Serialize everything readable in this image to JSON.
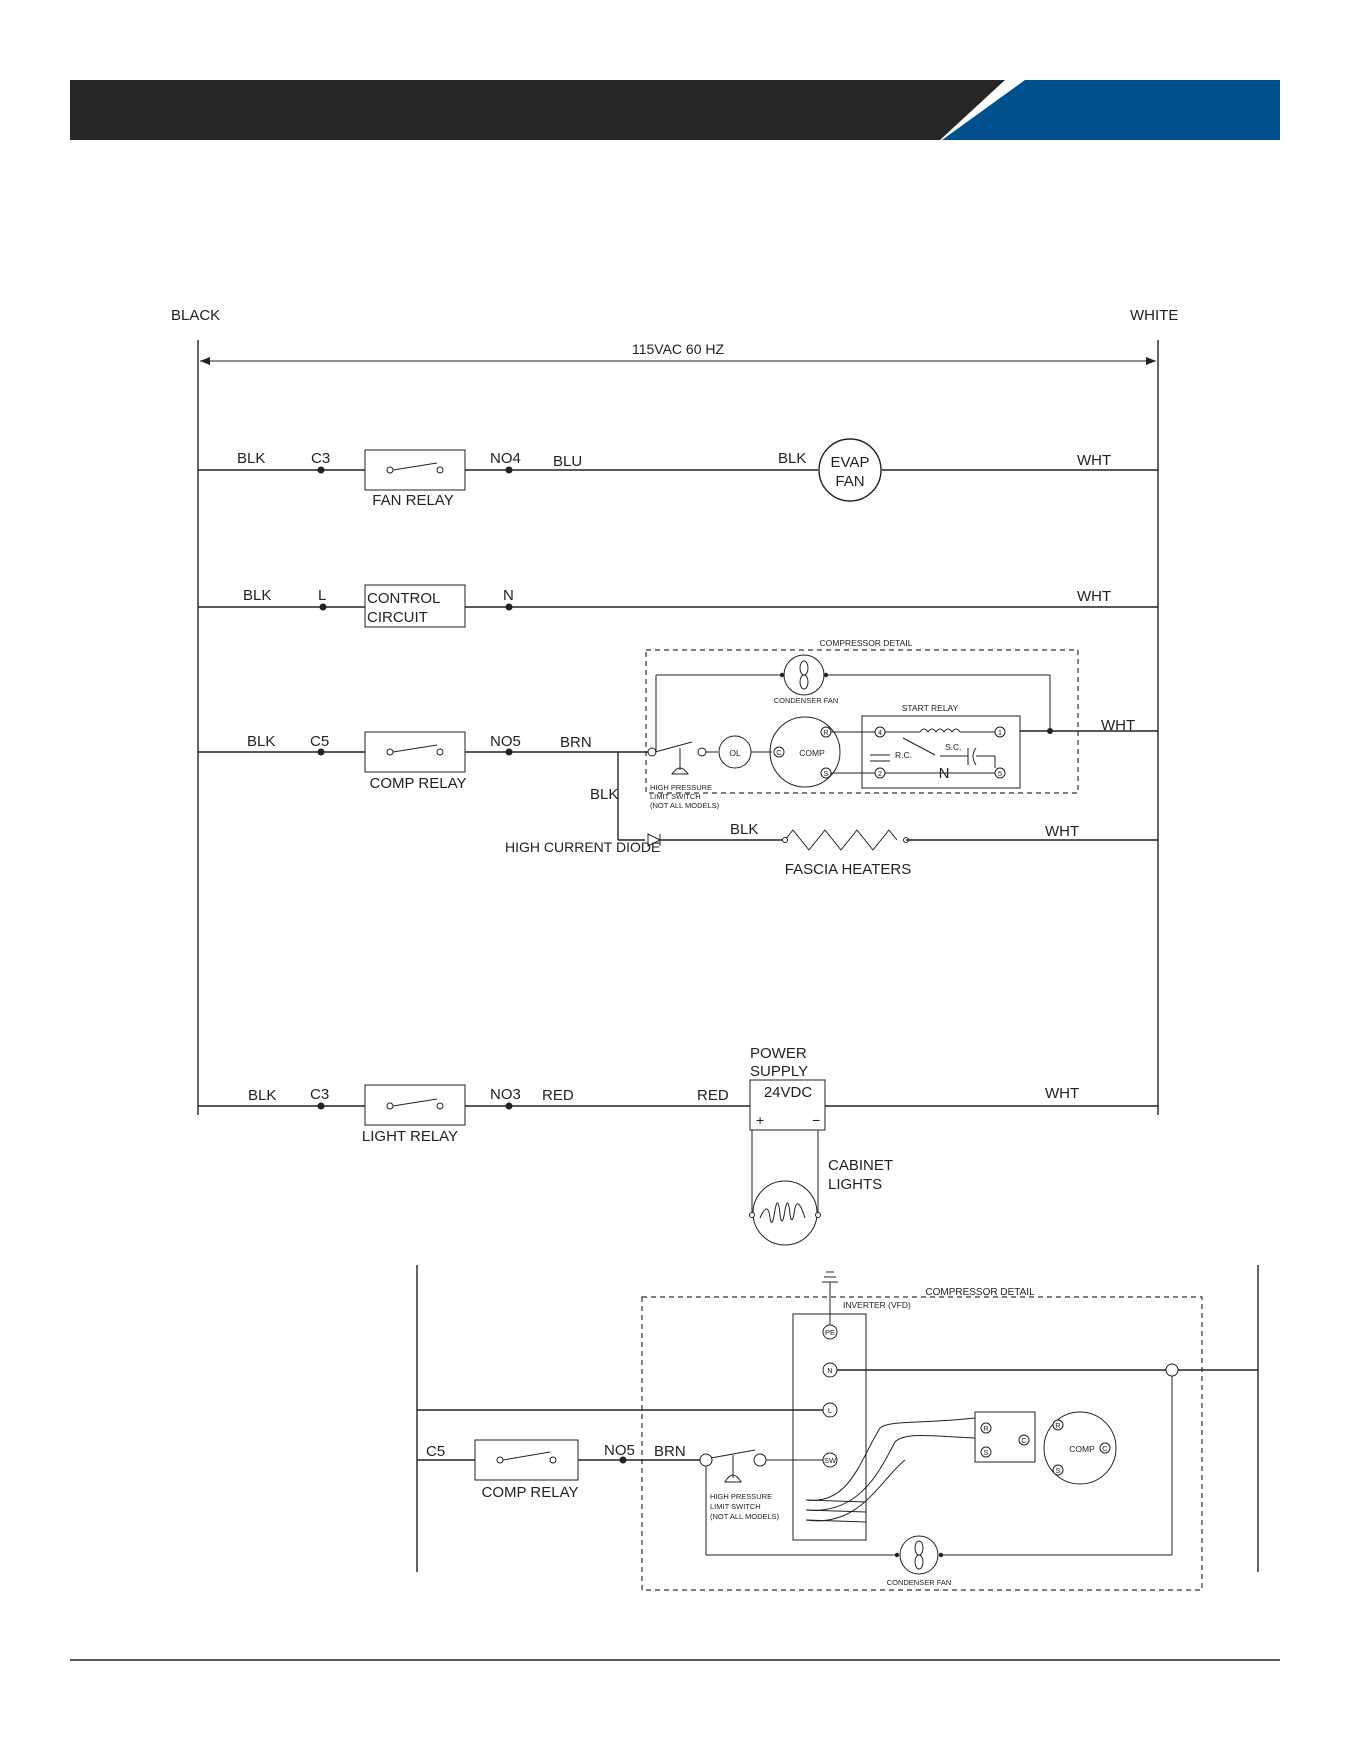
{
  "colors": {
    "header_bar": "#262626",
    "header_accent": "#00508c",
    "line": "#222222"
  },
  "header": {
    "title": ""
  },
  "schematic": {
    "rails": {
      "left": "BLACK",
      "right": "WHITE",
      "supply": "115VAC 60 HZ"
    },
    "fan_circuit": {
      "wire_in": "BLK",
      "terminal_in": "C3",
      "relay": "FAN RELAY",
      "terminal_out": "NO4",
      "wire_out": "BLU",
      "fan_wire": "BLK",
      "fan_line1": "EVAP",
      "fan_line2": "FAN",
      "neutral": "WHT"
    },
    "control_circuit": {
      "wire_in": "BLK",
      "terminal_in": "L",
      "box_line1": "CONTROL",
      "box_line2": "CIRCUIT",
      "terminal_out": "N",
      "neutral": "WHT"
    },
    "comp_circuit": {
      "wire_in": "BLK",
      "terminal_in": "C5",
      "relay": "COMP RELAY",
      "terminal_out": "NO5",
      "wire_out": "BRN",
      "branch_wire": "BLK",
      "neutral": "WHT",
      "detail": {
        "title": "COMPRESSOR DETAIL",
        "condenser_fan": "CONDENSER FAN",
        "start_relay": "START RELAY",
        "comp": "COMP",
        "ol": "OL",
        "rc": "R.C.",
        "sc": "S.C.",
        "hp_line1": "HIGH PRESSURE",
        "hp_line2": "LIMIT SWITCH",
        "hp_line3": "(NOT ALL MODELS)",
        "pin_1": "4",
        "pin_2": "2",
        "pin_3": "1",
        "pin_4": "5",
        "comp_r": "R",
        "comp_s": "S",
        "comp_c": "C"
      }
    },
    "heater_circuit": {
      "diode": "HIGH CURRENT DIODE",
      "wire": "BLK",
      "heater": "FASCIA HEATERS",
      "neutral": "WHT"
    },
    "light_circuit": {
      "wire_in": "BLK",
      "terminal_in": "C3",
      "relay": "LIGHT  RELAY",
      "terminal_out": "NO3",
      "wire_out": "RED",
      "ps_wire": "RED",
      "ps_line1": "POWER",
      "ps_line2": "SUPPLY",
      "ps_voltage": "24VDC",
      "plus": "+",
      "minus": "−",
      "lights_line1": "CABINET",
      "lights_line2": "LIGHTS",
      "neutral": "WHT"
    },
    "inverter_detail": {
      "title": "COMPRESSOR DETAIL",
      "inverter": "INVERTER (VFD)",
      "terminal_in": "C5",
      "relay": "COMP RELAY",
      "terminal_out": "NO5",
      "wire_out": "BRN",
      "pe": "PE",
      "n": "N",
      "l": "L",
      "sw": "SW",
      "plug_r": "R",
      "plug_s": "S",
      "plug_c": "C",
      "comp": "COMP",
      "comp_r": "R",
      "comp_s": "S",
      "comp_c": "C",
      "hp_line1": "HIGH PRESSURE",
      "hp_line2": "LIMIT SWITCH",
      "hp_line3": "(NOT ALL MODELS)",
      "condenser_fan": "CONDENSER FAN"
    }
  }
}
